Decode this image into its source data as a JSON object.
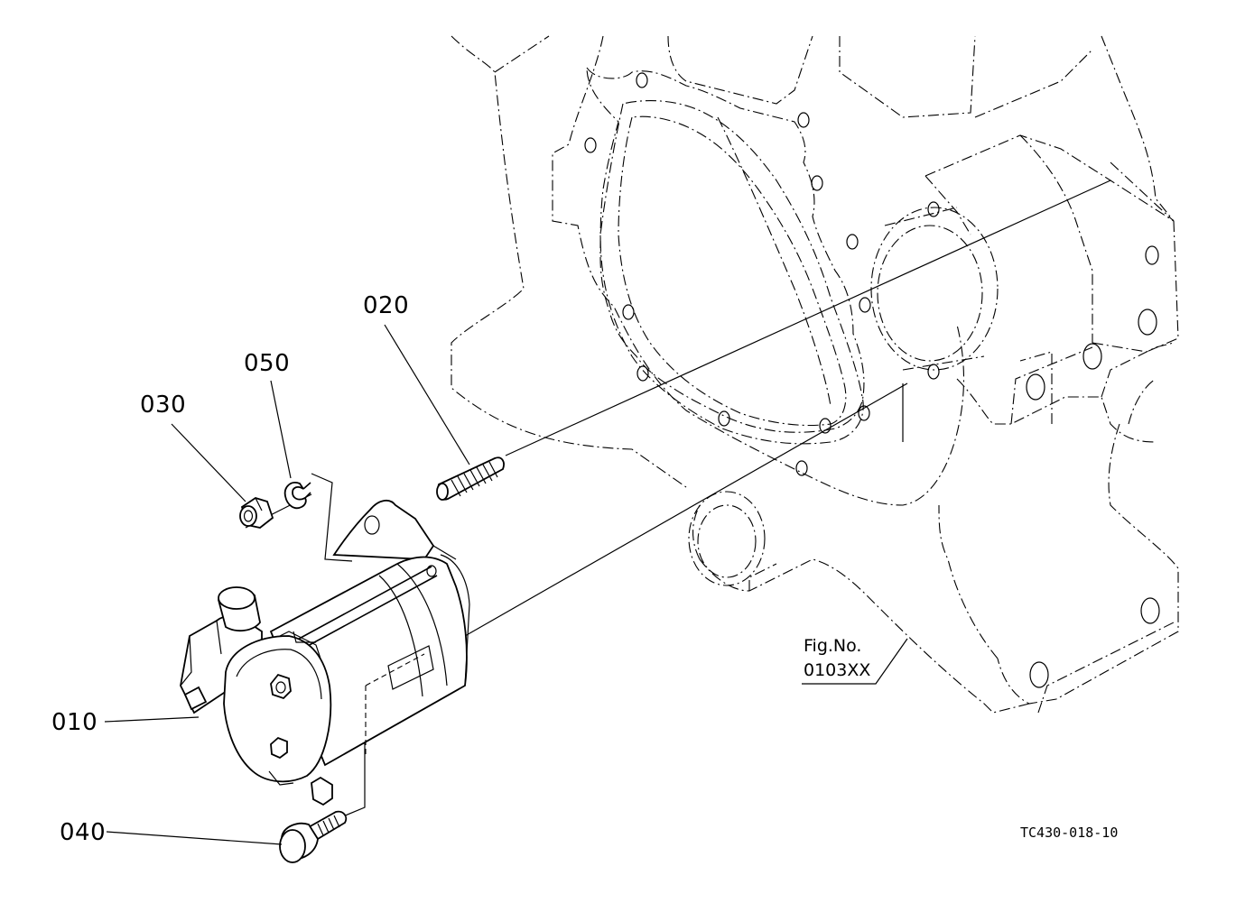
{
  "callouts": {
    "part_010": "010",
    "part_020": "020",
    "part_030": "030",
    "part_040": "040",
    "part_050": "050"
  },
  "fig_ref": {
    "line1": "Fig.No.",
    "line2": "0103XX"
  },
  "drawing_code": "TC430-018-10"
}
